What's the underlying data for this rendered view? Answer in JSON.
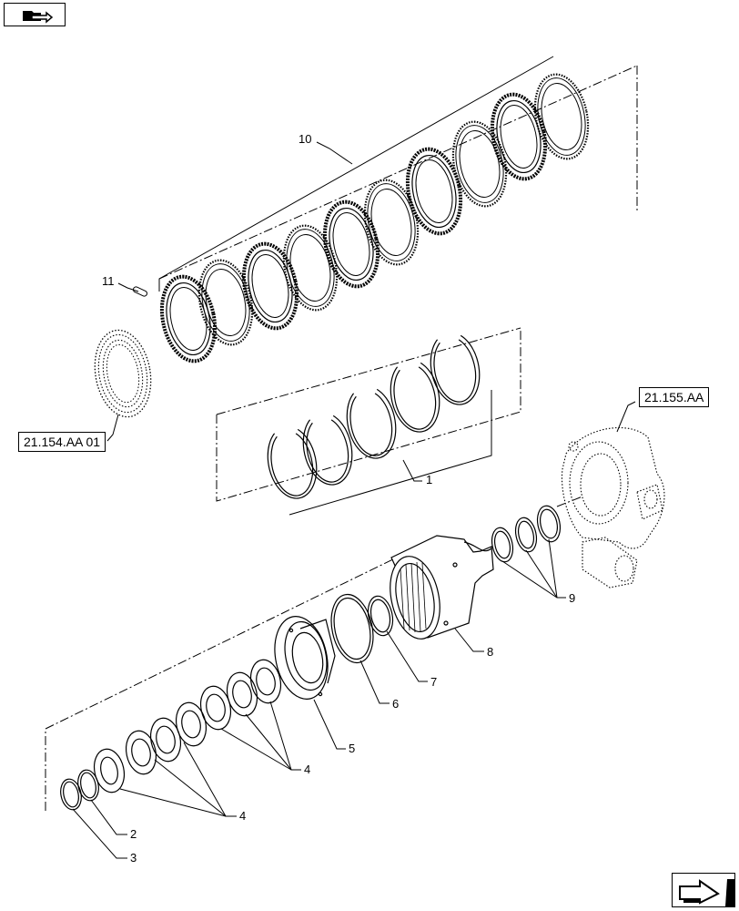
{
  "top_nav": {
    "icon": "folder-nav-icon"
  },
  "bottom_nav": {
    "icon": "previous-arrow-icon"
  },
  "references": [
    {
      "id": "ref-21-154",
      "label": "21.154.AA 01"
    },
    {
      "id": "ref-21-155",
      "label": "21.155.AA"
    }
  ],
  "callouts": [
    "1",
    "2",
    "3",
    "4",
    "4",
    "5",
    "6",
    "7",
    "8",
    "9",
    "10",
    "11"
  ]
}
